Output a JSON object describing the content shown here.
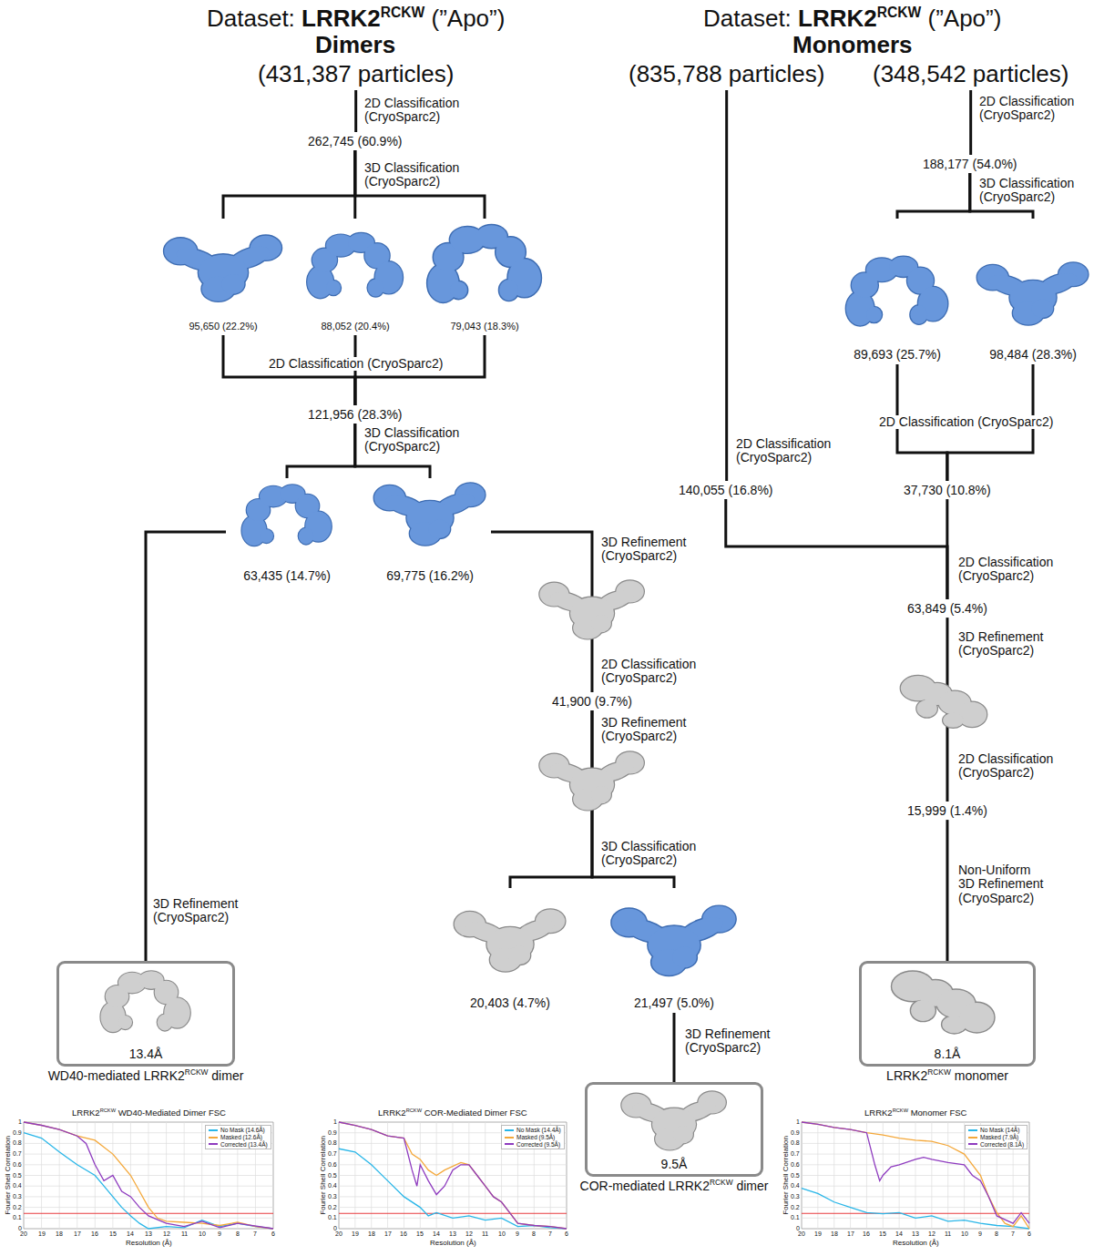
{
  "diagram": {
    "nodes": [
      {
        "text": [
          "(431,387 particles)"
        ]
      },
      {
        "text": [
          "262,745 (60.9%)"
        ]
      },
      {
        "text": [
          "95,650 (22.2%)"
        ]
      },
      {
        "text": [
          "88,052 (20.4%)"
        ]
      },
      {
        "text": [
          "79,043 (18.3%)"
        ]
      },
      {
        "text": [
          "121,956 (28.3%)"
        ]
      },
      {
        "text": [
          "63,435 (14.7%)"
        ]
      },
      {
        "text": [
          "69,775 (16.2%)"
        ]
      },
      {
        "text": [
          "41,900 (9.7%)"
        ]
      },
      {
        "text": [
          "20,403 (4.7%)"
        ]
      },
      {
        "text": [
          "21,497 (5.0%)"
        ]
      },
      {
        "text": [
          "13.4Å",
          "WD40-mediated LRRK2RCKW dimer"
        ]
      },
      {
        "text": [
          "9.5Å",
          "COR-mediated LRRK2RCKW dimer"
        ]
      },
      {
        "text": [
          "(835,788 particles)"
        ]
      },
      {
        "text": [
          "(348,542 particles)"
        ]
      },
      {
        "text": [
          "188,177 (54.0%)"
        ]
      },
      {
        "text": [
          "89,693 (25.7%)"
        ]
      },
      {
        "text": [
          "98,484 (28.3%)"
        ]
      },
      {
        "text": [
          "140,055 (16.8%)"
        ]
      },
      {
        "text": [
          "37,730 (10.8%)"
        ]
      },
      {
        "text": [
          "63,849 (5.4%)"
        ]
      },
      {
        "text": [
          "15,999 (1.4%)"
        ]
      },
      {
        "text": [
          "8.1Å",
          "LRRK2RCKW monomer"
        ]
      }
    ],
    "edges": [
      {
        "from": 0,
        "to": 1,
        "arrow": "none"
      },
      {
        "from": 1,
        "to": 2,
        "arrow": "none"
      },
      {
        "from": 1,
        "to": 3,
        "arrow": "none"
      },
      {
        "from": 1,
        "to": 4,
        "arrow": "none"
      },
      {
        "from": 2,
        "to": 5,
        "arrow": "none"
      },
      {
        "from": 3,
        "to": 5,
        "arrow": "none"
      },
      {
        "from": 4,
        "to": 5,
        "arrow": "none"
      },
      {
        "from": 5,
        "to": 6,
        "arrow": "none"
      },
      {
        "from": 5,
        "to": 7,
        "arrow": "none"
      },
      {
        "from": 6,
        "to": 11,
        "arrow": "none"
      },
      {
        "from": 7,
        "to": 8,
        "arrow": "none"
      },
      {
        "from": 8,
        "to": 9,
        "arrow": "none"
      },
      {
        "from": 8,
        "to": 10,
        "arrow": "none"
      },
      {
        "from": 10,
        "to": 12,
        "arrow": "none"
      },
      {
        "from": 13,
        "to": 18,
        "arrow": "none"
      },
      {
        "from": 14,
        "to": 15,
        "arrow": "none"
      },
      {
        "from": 15,
        "to": 16,
        "arrow": "none"
      },
      {
        "from": 15,
        "to": 17,
        "arrow": "none"
      },
      {
        "from": 16,
        "to": 19,
        "arrow": "none"
      },
      {
        "from": 17,
        "to": 19,
        "arrow": "none"
      },
      {
        "from": 18,
        "to": 20,
        "arrow": "none"
      },
      {
        "from": 19,
        "to": 20,
        "arrow": "none"
      },
      {
        "from": 20,
        "to": 21,
        "arrow": "none"
      },
      {
        "from": 21,
        "to": 22,
        "arrow": "none"
      }
    ],
    "labels": [
      "Dataset: LRRK2RCKW (”Apo”)",
      "Dimers",
      "Dataset: LRRK2RCKW (”Apo”)",
      "Monomers",
      "2D Classification (CryoSparc2)",
      "3D Classification (CryoSparc2)",
      "2D Classification (CryoSparc2)",
      "3D Classification (CryoSparc2)",
      "3D Refinement (CryoSparc2)",
      "3D Refinement (CryoSparc2)",
      "2D Classification (CryoSparc2)",
      "3D Refinement (CryoSparc2)",
      "3D Classification (CryoSparc2)",
      "3D Refinement (CryoSparc2)",
      "2D Classification (CryoSparc2)",
      "3D Classification (CryoSparc2)",
      "2D Classification (CryoSparc2)",
      "2D Classification (CryoSparc2)",
      "2D Classification (CryoSparc2)",
      "3D Refinement (CryoSparc2)",
      "2D Classification (CryoSparc2)",
      "Non-Uniform 3D Refinement (CryoSparc2)",
      "LRRK2RCKW WD40-Mediated Dimer FSC",
      "Fourier Shell Correlation",
      "Resolution (Å)",
      "20",
      "19",
      "18",
      "17",
      "16",
      "15",
      "14",
      "13",
      "12",
      "11",
      "10",
      "9",
      "8",
      "7",
      "6",
      "1",
      "0.9",
      "0.8",
      "0.7",
      "0.6",
      "0.5",
      "0.4",
      "0.3",
      "0.2",
      "0.1",
      "0",
      "LRRK2RCKW COR-Mediated Dimer FSC",
      "Fourier Shell Correlation",
      "Resolution (Å)",
      "20",
      "19",
      "18",
      "17",
      "16",
      "15",
      "14",
      "13",
      "12",
      "11",
      "10",
      "9",
      "8",
      "7",
      "6",
      "1",
      "0.9",
      "0.8",
      "0.7",
      "0.6",
      "0.5",
      "0.4",
      "0.3",
      "0.2",
      "0.1",
      "0",
      "LRRK2RCKW Monomer FSC",
      "Fourier Shell Correlation",
      "Resolution (Å)",
      "20",
      "19",
      "18",
      "17",
      "16",
      "15",
      "14",
      "13",
      "12",
      "11",
      "10",
      "9",
      "8",
      "7",
      "6",
      "1",
      "0.9",
      "0.8",
      "0.7",
      "0.6",
      "0.5",
      "0.4",
      "0.3",
      "0.2",
      "0.1",
      "0"
    ],
    "legend": [
      {
        "text": "No Mask (14.6Å)",
        "color": "#29b6e8"
      },
      {
        "text": "Masked (12.6Å)",
        "color": "#f4a83a"
      },
      {
        "text": "Corrected (13.4Å)",
        "color": "#8e3bbf"
      },
      {
        "text": "No Mask (14.4Å)",
        "color": "#29b6e8"
      },
      {
        "text": "Masked (9.5Å)",
        "color": "#f4a83a"
      },
      {
        "text": "Corrected (9.5Å)",
        "color": "#8e3bbf"
      },
      {
        "text": "No Mask (14Å)",
        "color": "#29b6e8"
      },
      {
        "text": "Masked (7.9Å)",
        "color": "#f4a83a"
      },
      {
        "text": "Corrected (8.1Å)",
        "color": "#8e3bbf"
      }
    ]
  }
}
